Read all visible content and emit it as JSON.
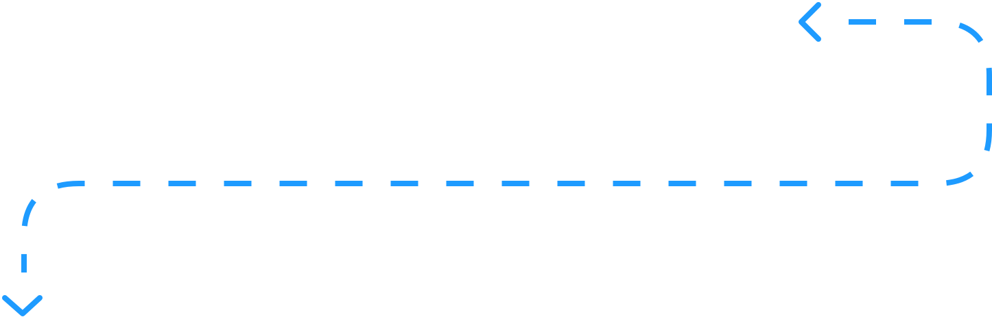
{
  "diagram": {
    "type": "dashed-connector-arrow",
    "stroke_color": "#1E9BFF",
    "background": "#FFFFFF",
    "arrowheads": [
      {
        "icon": "chevron-left-icon",
        "position_label": "start"
      },
      {
        "icon": "chevron-down-icon",
        "position_label": "end"
      }
    ]
  }
}
